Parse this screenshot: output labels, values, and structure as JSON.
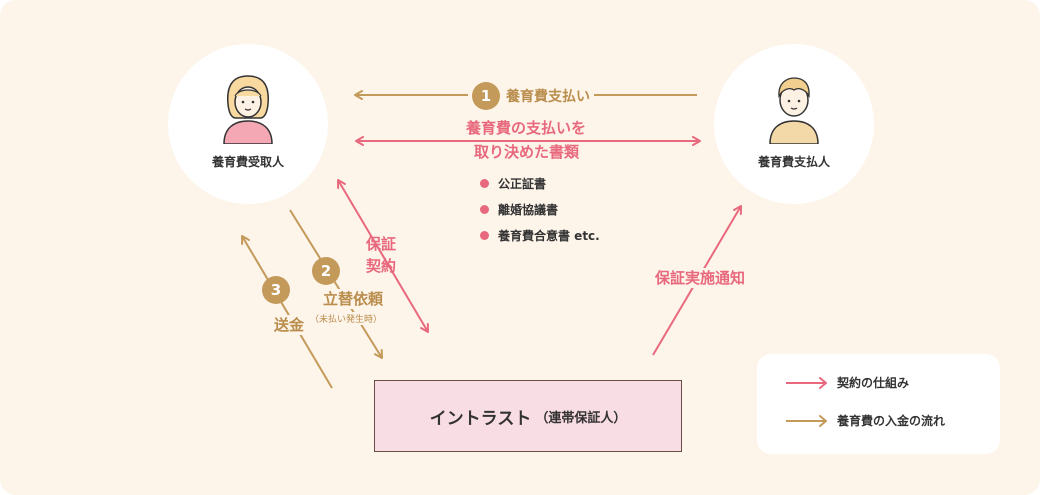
{
  "nodes": {
    "recipient": "養育費受取人",
    "payer": "養育費支払人",
    "company_name": "イントラスト",
    "company_role": "（連帯保証人）"
  },
  "flows": {
    "step1_number": "1",
    "step1_label": "養育費支払い",
    "document_label_line1": "養育費の支払いを",
    "document_label_line2": "取り決めた書類",
    "guarantee_line1": "保証",
    "guarantee_line2": "契約",
    "step2_number": "2",
    "step2_label": "立替依頼",
    "step2_note": "（未払い発生時）",
    "step3_number": "3",
    "step3_label": "送金",
    "notify_label": "保証実施通知"
  },
  "documents": [
    "公正証書",
    "離婚協議書",
    "養育費合意書 etc."
  ],
  "legend": {
    "contract": "契約の仕組み",
    "payment": "養育費の入金の流れ"
  },
  "colors": {
    "pink": "#e8697d",
    "gold": "#c49a5a",
    "background": "#fdf4ea",
    "company_box": "#f9dde4"
  }
}
